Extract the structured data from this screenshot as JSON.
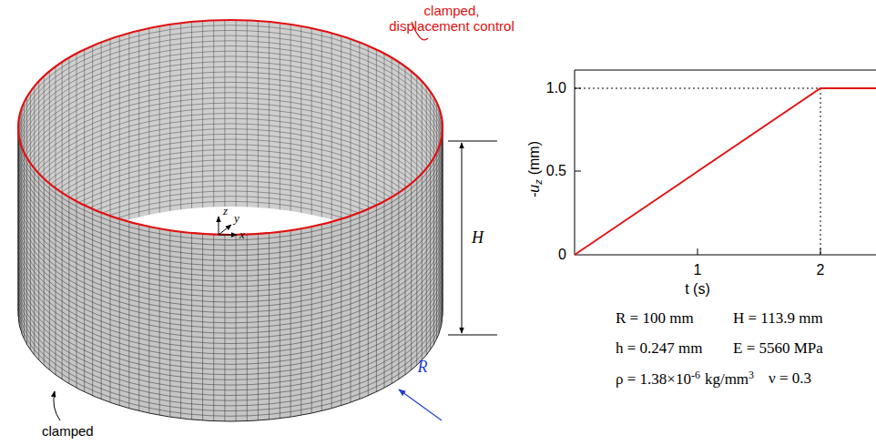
{
  "diagram": {
    "labels": [
      "clamped, displacement control",
      "H",
      "z",
      "y",
      "x",
      "clamped",
      "R",
      "1.0",
      "0.5",
      "0",
      "1",
      "2",
      "-u",
      "z",
      "(mm)",
      "t (s)",
      "R = 100 mm",
      "H = 113.9 mm",
      "h = 0.247 mm",
      "E = 5560 MPa",
      "ρ = 1.38×10",
      "-6",
      "kg/mm",
      "3",
      "ν = 0.3"
    ]
  }
}
